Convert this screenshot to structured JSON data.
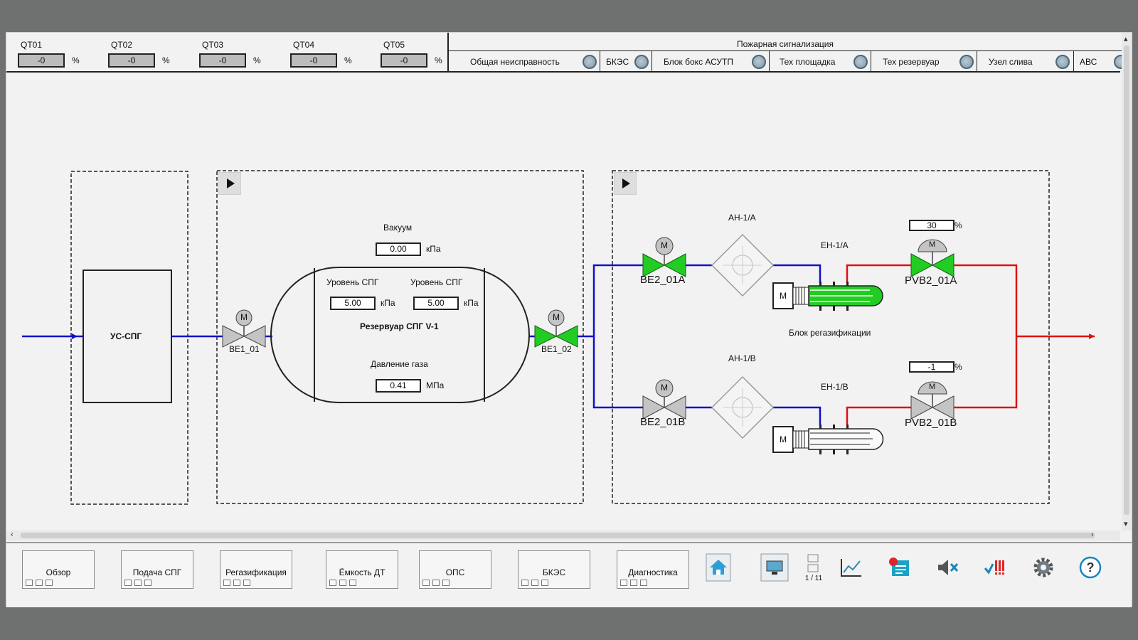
{
  "qt_indicators": [
    {
      "label": "QT01",
      "value": "-0",
      "unit": "%"
    },
    {
      "label": "QT02",
      "value": "-0",
      "unit": "%"
    },
    {
      "label": "QT03",
      "value": "-0",
      "unit": "%"
    },
    {
      "label": "QT04",
      "value": "-0",
      "unit": "%"
    },
    {
      "label": "QT05",
      "value": "-0",
      "unit": "%"
    }
  ],
  "fire_alarm": {
    "title": "Пожарная сигнализация",
    "cells": [
      "Общая неисправность",
      "БКЭС",
      "Блок бокс АСУТП",
      "Тех площадка",
      "Тех резервуар",
      "Узел слива",
      "АВС"
    ]
  },
  "diagram": {
    "us_spg": "УС-СПГ",
    "vacuum_label": "Вакуум",
    "vacuum_value": "0.00",
    "vacuum_unit": "кПа",
    "level_label_1": "Уровень СПГ",
    "level_value_1": "5.00",
    "level_unit_1": "кПа",
    "level_label_2": "Уровень СПГ",
    "level_value_2": "5.00",
    "level_unit_2": "кПа",
    "tank_name": "Резервуар СПГ V-1",
    "pressure_label": "Давление газа",
    "pressure_value": "0.41",
    "pressure_unit": "МПа",
    "valve_be1_01": "BE1_01",
    "valve_be1_02": "BE1_02",
    "valve_be2_01a": "BE2_01A",
    "valve_be2_01b": "BE2_01B",
    "ah_a": "АН-1/А",
    "ah_b": "АН-1/В",
    "eh_a": "ЕН-1/А",
    "eh_b": "ЕН-1/В",
    "pvb_a": "PVB2_01A",
    "pvb_b": "PVB2_01B",
    "pvb_a_value": "30",
    "pvb_b_value": "-1",
    "pvb_unit": "%",
    "block_label": "Блок регазификации",
    "motor_letter": "M",
    "colors": {
      "blue_line": "#1010c8",
      "red_line": "#e01010",
      "valve_open": "#22cc22",
      "valve_closed": "#c4c4c4"
    }
  },
  "footer": {
    "nav": [
      "Обзор",
      "Подача СПГ",
      "Регазификация",
      "Ёмкость ДТ",
      "ОПС",
      "БКЭС",
      "Диагностика"
    ],
    "tools": [
      "home-icon",
      "monitor-icon",
      "page-switch-icon",
      "trend-icon",
      "alarm-journal-icon",
      "mute-icon",
      "alarms-icon",
      "settings-icon",
      "help-icon"
    ],
    "page_indicator": "1 / 11"
  }
}
